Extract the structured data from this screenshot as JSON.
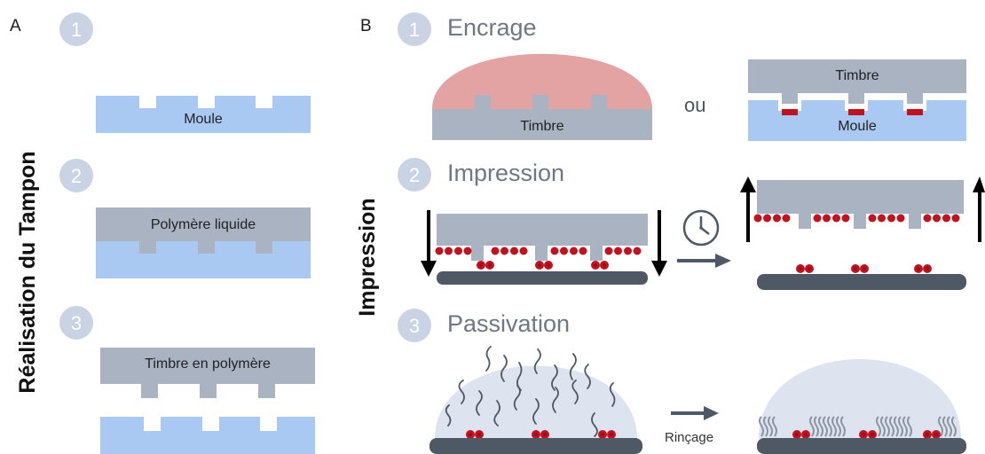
{
  "panels": {
    "a": "A",
    "b": "B"
  },
  "left_title": "Réalisation du Tampon",
  "center_title": "Impression",
  "a_steps": [
    "1",
    "2",
    "3"
  ],
  "a_labels": {
    "moule": "Moule",
    "polymere": "Polymère liquide",
    "timbre": "Timbre en polymère"
  },
  "b_steps": [
    {
      "num": "1",
      "label": "Encrage"
    },
    {
      "num": "2",
      "label": "Impression"
    },
    {
      "num": "3",
      "label": "Passivation"
    }
  ],
  "b_labels": {
    "timbre": "Timbre",
    "ou": "ou",
    "timbre_right": "Timbre",
    "moule_right": "Moule",
    "rincage": "Rinçage"
  },
  "colors": {
    "mold_blue": "#a9c8f2",
    "stamp_gray": "#aab3c2",
    "ink_pink": "#e4a3a3",
    "substrate_dark": "#4e5965",
    "molecule_red": "#c1121f",
    "circle_badge": "#c9d3e3",
    "dome_light": "#dde4ef"
  },
  "icons": [
    "clock-icon",
    "arrow-down-icon",
    "arrow-up-icon",
    "arrow-right-icon"
  ]
}
